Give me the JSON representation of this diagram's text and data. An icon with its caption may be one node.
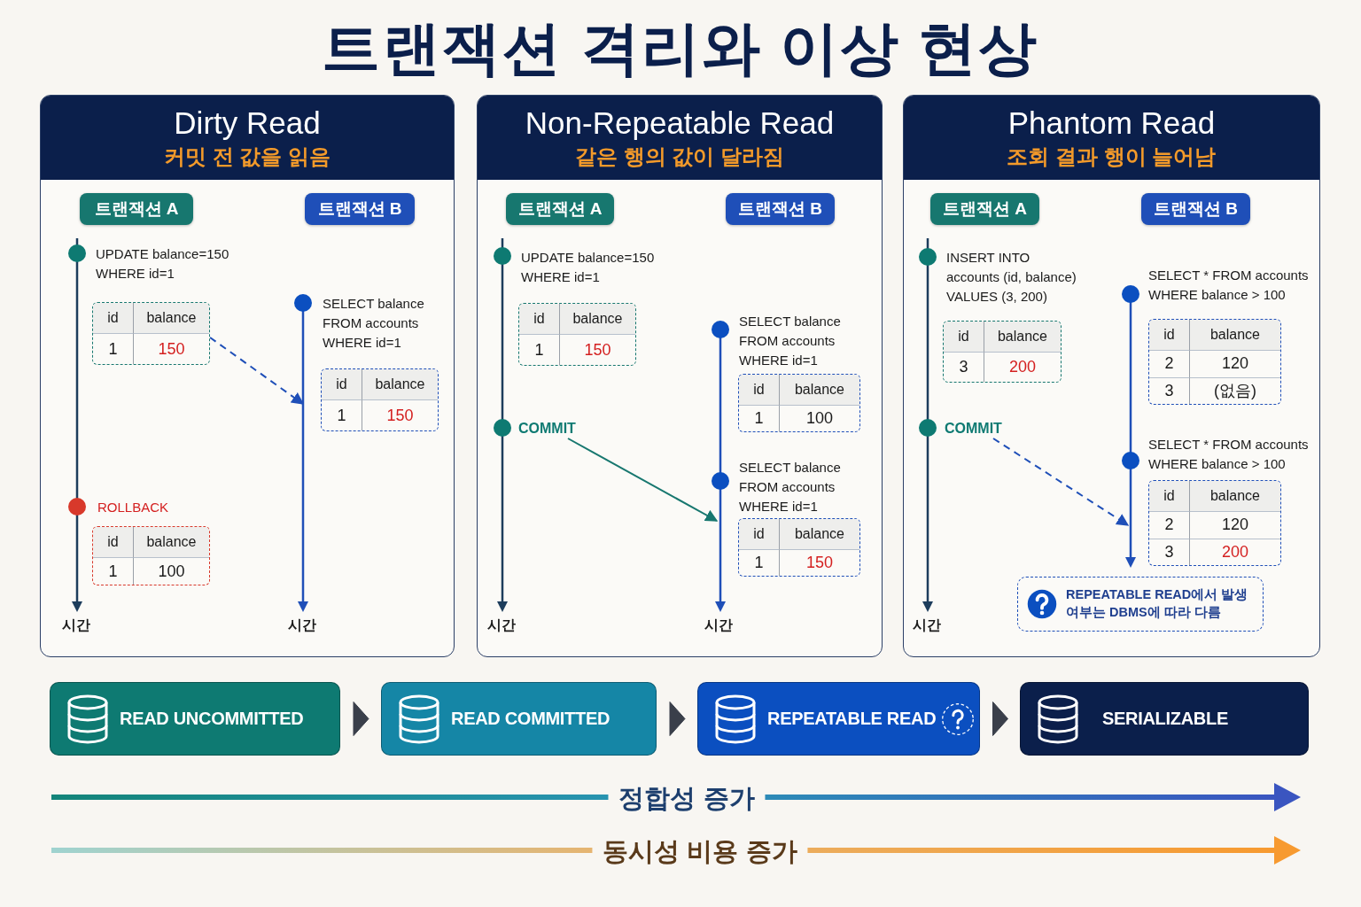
{
  "diagram": {
    "title": "트랜잭션 격리와 이상 현상",
    "nodes": [
      {
        "text": [
          "Dirty Read",
          "커밋 전 값을 읽음"
        ]
      },
      {
        "text": [
          "트랜잭션 A"
        ],
        "in": 0
      },
      {
        "text": [
          "트랜잭션 B"
        ],
        "in": 0
      },
      {
        "text": [
          "id",
          "balance",
          "1",
          "150"
        ],
        "in": 0
      },
      {
        "text": [
          "id",
          "balance",
          "1",
          "150"
        ],
        "in": 0
      },
      {
        "text": [
          "id",
          "balance",
          "1",
          "100"
        ],
        "in": 0
      },
      {
        "text": [
          "Non-Repeatable Read",
          "같은 행의 값이 달라짐"
        ]
      },
      {
        "text": [
          "트랜잭션 A"
        ],
        "in": 6
      },
      {
        "text": [
          "트랜잭션 B"
        ],
        "in": 6
      },
      {
        "text": [
          "id",
          "balance",
          "1",
          "150"
        ],
        "in": 6
      },
      {
        "text": [
          "COMMIT"
        ],
        "in": 6
      },
      {
        "text": [
          "id",
          "balance",
          "1",
          "100"
        ],
        "in": 6
      },
      {
        "text": [
          "id",
          "balance",
          "1",
          "150"
        ],
        "in": 6
      },
      {
        "text": [
          "Phantom Read",
          "조회 결과 행이 늘어남"
        ]
      },
      {
        "text": [
          "트랜잭션 A"
        ],
        "in": 13
      },
      {
        "text": [
          "트랜잭션 B"
        ],
        "in": 13
      },
      {
        "text": [
          "id",
          "balance",
          "3",
          "200"
        ],
        "in": 13
      },
      {
        "text": [
          "COMMIT"
        ],
        "in": 13
      },
      {
        "text": [
          "id",
          "balance",
          "2",
          "120",
          "3",
          "(없음)"
        ],
        "in": 13
      },
      {
        "text": [
          "id",
          "balance",
          "2",
          "120",
          "3",
          "200"
        ],
        "in": 13
      },
      {
        "text": [
          "REPEATABLE READ에서 발생 여부는 DBMS에 따라 다름"
        ],
        "in": 13
      },
      {
        "text": [
          "READ UNCOMMITTED"
        ]
      },
      {
        "text": [
          "READ COMMITTED"
        ]
      },
      {
        "text": [
          "REPEATABLE READ"
        ]
      },
      {
        "text": [
          "SERIALIZABLE"
        ]
      }
    ],
    "edges": [
      {
        "from": 3,
        "to": 4,
        "arrow": "to",
        "style": "dashed",
        "color": "#1f4fb8"
      },
      {
        "from": 10,
        "to": 12,
        "arrow": "to",
        "color": "#17776f"
      },
      {
        "from": 17,
        "to": 19,
        "arrow": "to",
        "style": "dashed",
        "color": "#1f4fb8"
      },
      {
        "from": 21,
        "to": 22,
        "arrow": "to"
      },
      {
        "from": 22,
        "to": 23,
        "arrow": "to"
      },
      {
        "from": 23,
        "to": 24,
        "arrow": "to"
      }
    ],
    "labels": [
      "UPDATE balance=150 WHERE id=1",
      "SELECT balance FROM accounts WHERE id=1",
      "ROLLBACK",
      "시간",
      "시간",
      "UPDATE balance=150 WHERE id=1",
      "SELECT balance FROM accounts WHERE id=1",
      "SELECT balance FROM accounts WHERE id=1",
      "시간",
      "시간",
      "INSERT INTO accounts (id, balance) VALUES (3, 200)",
      "SELECT * FROM accounts WHERE balance > 100",
      "SELECT * FROM accounts WHERE balance > 100",
      "시간",
      "정합성 증가",
      "동시성 비용 증가"
    ]
  }
}
